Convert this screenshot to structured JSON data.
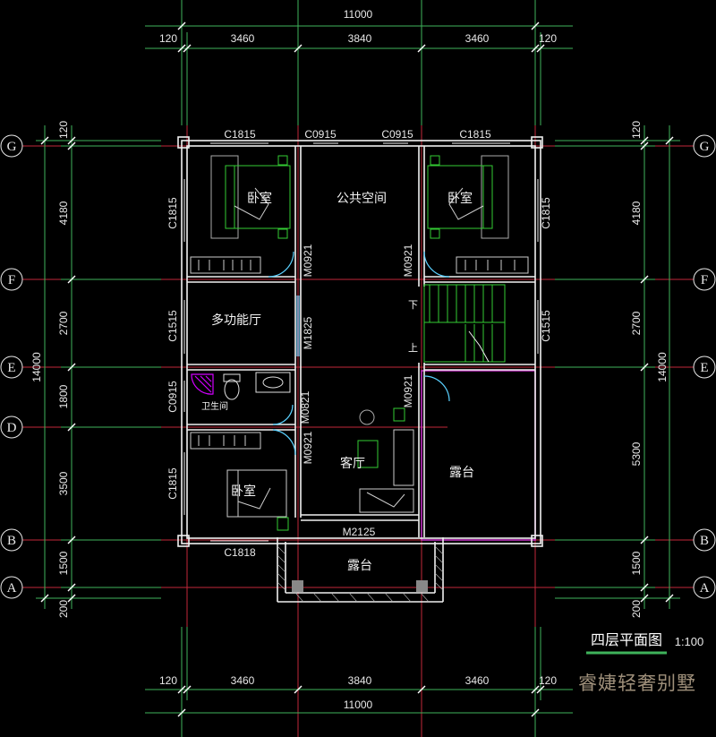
{
  "title": "四层平面图",
  "scale": "1:100",
  "brand": "睿婕轻奢别墅",
  "colors": {
    "background": "#000000",
    "wall": "#f0f0f0",
    "grid": "#c2273a",
    "dimension": "#3fb35b",
    "door": "#5ad1ff",
    "stair": "#33cc33",
    "fixture": "#d200ff",
    "terrace": "#cc33cc"
  },
  "dimensions": {
    "overall": "11000",
    "top_segments": [
      "120",
      "3460",
      "3840",
      "3460",
      "120"
    ],
    "bottom_segments": [
      "120",
      "3460",
      "3840",
      "3460",
      "120"
    ],
    "left_overall": "14000",
    "left_segments": [
      "120",
      "4180",
      "2700",
      "1800",
      "3500",
      "1500",
      "200"
    ],
    "right_overall": "14000",
    "right_segments": [
      "120",
      "4180",
      "2700",
      "5300",
      "1500",
      "200"
    ]
  },
  "axes": [
    "G",
    "F",
    "E",
    "D",
    "B",
    "A"
  ],
  "rooms": {
    "bedroom_nw": "卧室",
    "public_space": "公共空间",
    "bedroom_ne": "卧室",
    "multi_hall": "多功能厅",
    "bathroom": "卫生间",
    "living": "客厅",
    "bedroom_sw": "卧室",
    "terrace_east": "露台",
    "terrace_south": "露台"
  },
  "openings": {
    "c1815_top_left": "C1815",
    "c0915_top_1": "C0915",
    "c0915_top_2": "C0915",
    "c1815_top_right": "C1815",
    "c1815_left_nw": "C1815",
    "c1815_right_ne": "C1815",
    "m0921_nw": "M0921",
    "m0921_ne": "M0921",
    "c1515_left": "C1515",
    "m1825": "M1825",
    "c1515_right": "C1515",
    "c0915_left": "C0915",
    "m0821": "M0821",
    "m0921_stair": "M0921",
    "m0921_sw": "M0921",
    "c1815_left_sw": "C1815",
    "c1818": "C1818",
    "m2125": "M2125"
  },
  "stair_marks": {
    "down": "下",
    "up": "上"
  }
}
